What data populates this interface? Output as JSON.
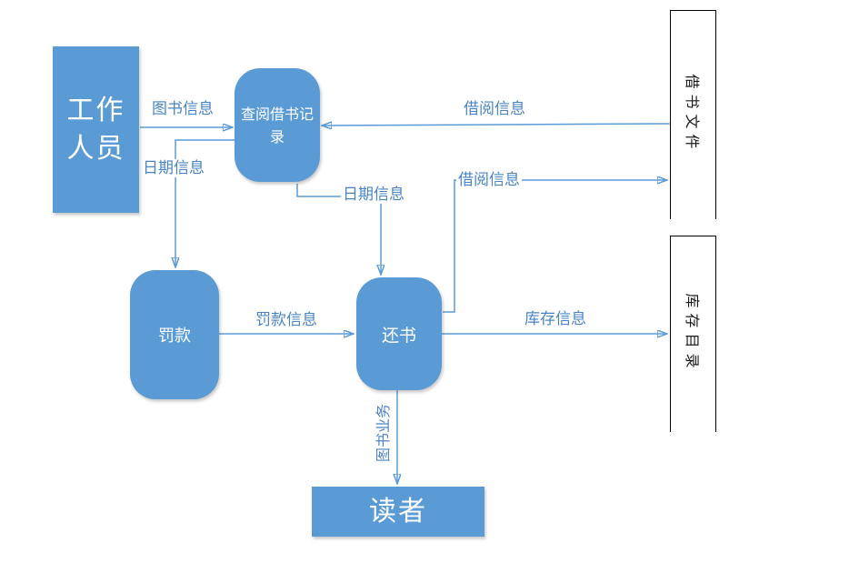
{
  "diagram": {
    "type": "data-flow-diagram",
    "colors": {
      "node_fill": "#5B9BD5",
      "node_text": "#ffffff",
      "connector": "#5B9BD5",
      "flow_label_text": "#4A84C4",
      "data_store_border": "#000000",
      "data_store_text": "#1a1a1a",
      "background": "#ffffff"
    },
    "nodes": {
      "staff": {
        "label": "工作人员",
        "shape": "rectangle"
      },
      "check_record": {
        "label": "查阅借书记录",
        "shape": "rounded"
      },
      "fine": {
        "label": "罚款",
        "shape": "rounded"
      },
      "return_book": {
        "label": "还书",
        "shape": "rounded"
      },
      "reader": {
        "label": "读者",
        "shape": "rectangle"
      },
      "borrow_file": {
        "label": "借书文件",
        "shape": "data-store"
      },
      "inventory_catalog": {
        "label": "库存目录",
        "shape": "data-store"
      }
    },
    "flows": {
      "book_info": {
        "label": "图书信息",
        "from": "staff",
        "to": "check_record"
      },
      "borrow_info_top": {
        "label": "借阅信息",
        "from": "borrow_file",
        "to": "check_record"
      },
      "date_info_1": {
        "label": "日期信息",
        "from": "check_record",
        "to": "fine"
      },
      "date_info_2": {
        "label": "日期信息",
        "from": "check_record",
        "to": "return_book"
      },
      "borrow_info_up": {
        "label": "借阅信息",
        "from": "return_book",
        "to": "borrow_file"
      },
      "fine_info": {
        "label": "罚款信息",
        "from": "fine",
        "to": "return_book"
      },
      "inventory_info": {
        "label": "库存信息",
        "from": "return_book",
        "to": "inventory_catalog"
      },
      "book_business": {
        "label": "图书业务",
        "from": "return_book",
        "to": "reader"
      }
    }
  }
}
